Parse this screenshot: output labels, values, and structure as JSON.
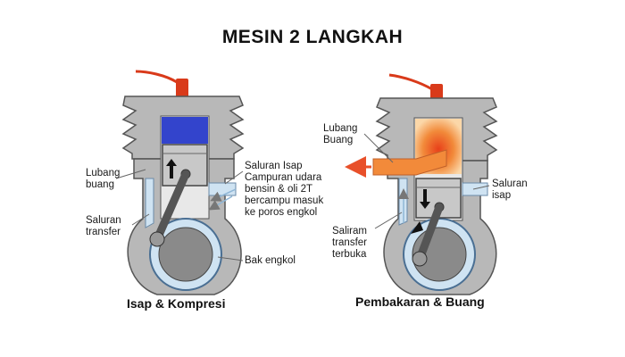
{
  "title": "MESIN 2 LANGKAH",
  "left_engine": {
    "caption": "Isap & Kompresi",
    "labels": {
      "exhaust_port": "Lubang\nbuang",
      "transfer_channel": "Saluran\ntransfer",
      "intake_channel": "Saluran Isap",
      "intake_note": "Campuran udara\nbensin & oli 2T\nbercampu masuk\nke poros engkol",
      "crankcase": "Bak engkol"
    }
  },
  "right_engine": {
    "caption": "Pembakaran & Buang",
    "labels": {
      "exhaust_port": "Lubang\nBuang",
      "intake_channel": "Saluran\nisap",
      "transfer_open": "Saliram\ntransfer\nterbuka"
    }
  },
  "colors": {
    "engine_gray": "#b8b8b8",
    "engine_outline": "#555555",
    "mixture_blue": "#3344cc",
    "flow_light_blue": "#cfe3f2",
    "combustion_orange": "#f28a3a",
    "spark_plug_red": "#d93a1a"
  }
}
